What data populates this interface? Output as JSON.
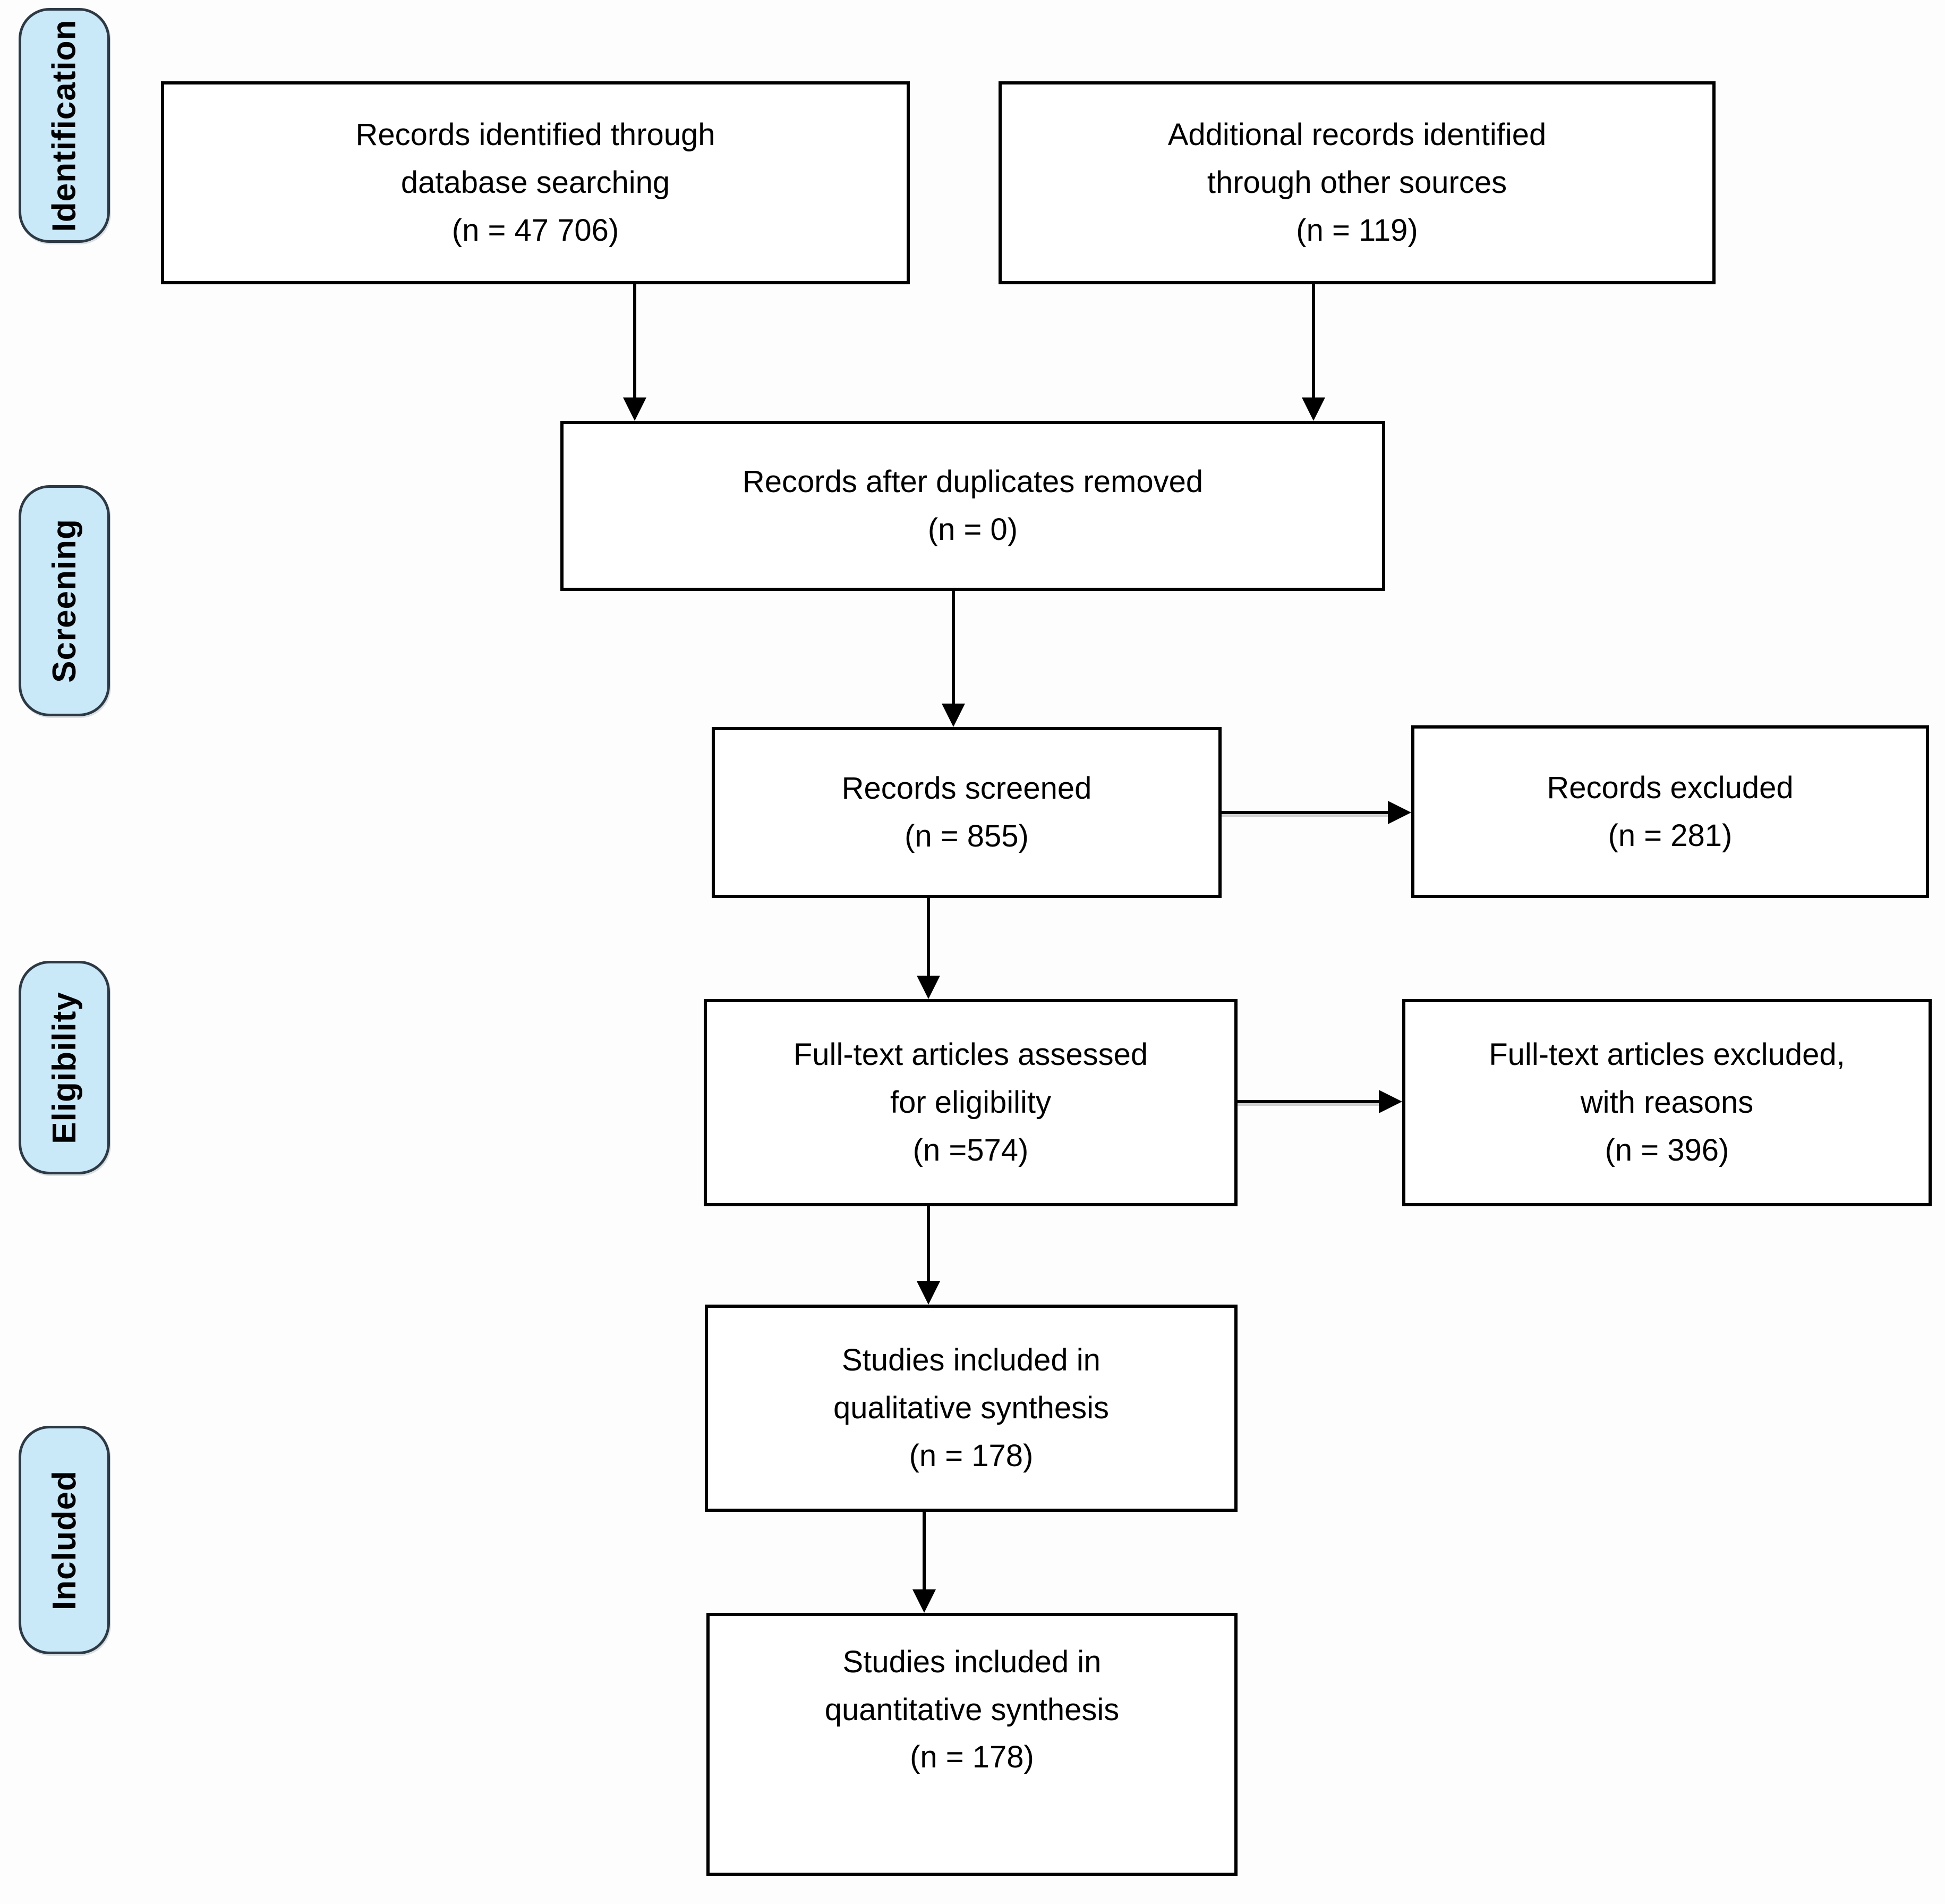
{
  "diagram_type": "prisma-flow-diagram",
  "colors": {
    "stage_fill": "#c9e8f8",
    "stage_border": "#2d3a45",
    "box_fill": "#ffffff",
    "box_border": "#000000",
    "arrow": "#000000",
    "text": "#000000"
  },
  "sidebar": {
    "stages": [
      {
        "label": "Identification"
      },
      {
        "label": "Screening"
      },
      {
        "label": "Eligibility"
      },
      {
        "label": "Included"
      }
    ]
  },
  "flow": {
    "identified": {
      "text": "Records identified through\ndatabase searching\n(n = 47 706)",
      "n": "47 706"
    },
    "additional": {
      "text": "Additional records identified\nthrough other sources\n(n = 119)",
      "n": "119"
    },
    "duplicates_removed": {
      "text": "Records after duplicates removed\n(n = 0)",
      "n": "0"
    },
    "screened": {
      "text": "Records screened\n(n = 855)",
      "n": "855"
    },
    "records_excluded": {
      "text": "Records excluded\n(n = 281)",
      "n": "281"
    },
    "fulltext_assessed": {
      "text": "Full-text articles assessed\nfor eligibility\n(n =574)",
      "n": "574"
    },
    "fulltext_excluded": {
      "text": "Full-text articles excluded,\nwith reasons\n(n = 396)",
      "n": "396"
    },
    "qualitative": {
      "text": "Studies included in\nqualitative synthesis\n(n = 178)",
      "n": "178"
    },
    "quantitative": {
      "text": "Studies included in\nquantitative synthesis\n(n = 178)",
      "n": "178"
    }
  }
}
